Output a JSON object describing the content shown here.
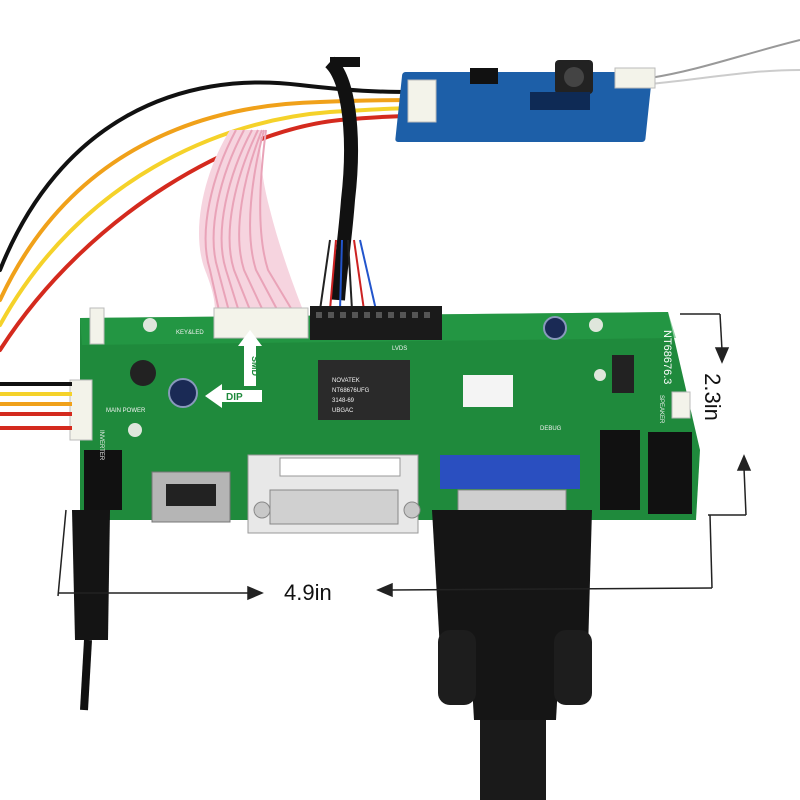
{
  "dimensions": {
    "width_label": "4.9in",
    "height_label": "2.3in"
  },
  "board": {
    "model": "NT68676.3",
    "silkscreen": {
      "key_led": "KEY&LED",
      "lvds": "LVDS",
      "main_power": "MAIN POWER",
      "inverter": "INVERTER",
      "debug": "DEBUG",
      "speaker": "SPEAKER",
      "dip": "DIP",
      "smd": "SMD"
    },
    "chip_text": [
      "NOVATEK",
      "NT68676UFG",
      "3148-69",
      "UBGAC"
    ]
  },
  "colors": {
    "pcb": "#1f8a3c",
    "inverter_pcb": "#1d5fa8",
    "wire_red": "#d42a1e",
    "wire_orange": "#f0a11a",
    "wire_yellow": "#f5d22a",
    "wire_black": "#111111",
    "ribbon_pink": "#e9a3b8",
    "vga_blue": "#2a4fc0"
  }
}
